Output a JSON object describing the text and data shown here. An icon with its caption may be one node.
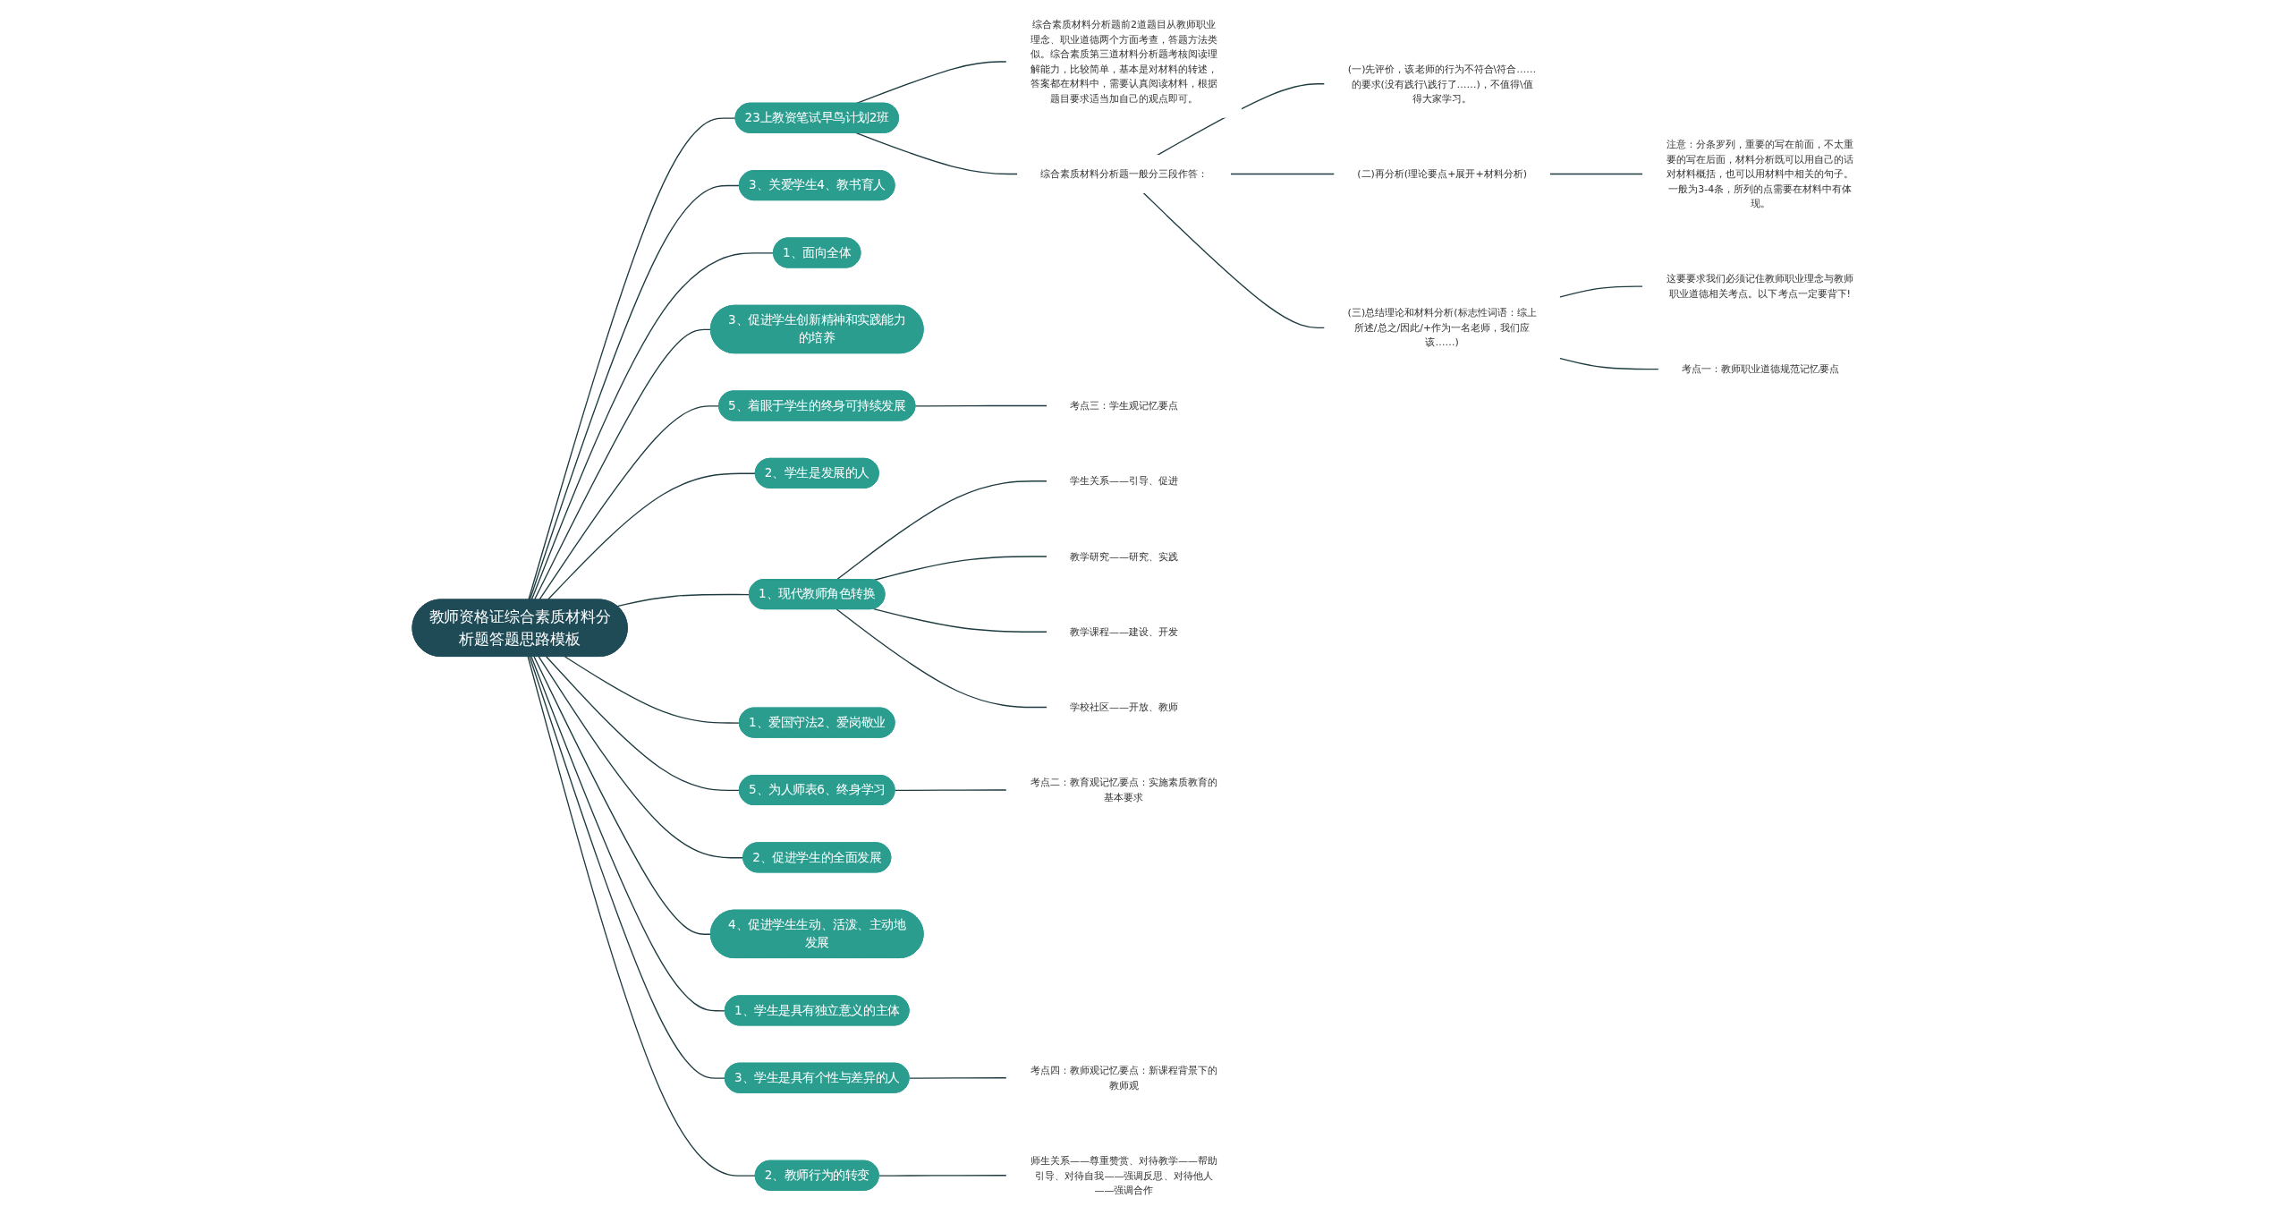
{
  "diagram": {
    "nodes": [
      {
        "text": [
          "教师资格证综合素质材料分析题答题思路模板"
        ]
      },
      {
        "text": [
          "23上教资笔试早鸟计划2班"
        ]
      },
      {
        "text": [
          "综合素质材料分析题前2道题目从教师职业理念、职业道德两个方面考查，答题方法类似。综合素质第三道材料分析题考核阅读理解能力，比较简单，基本是对材料的转述，答案都在材料中，需要认真阅读材料，根据题目要求适当加自己的观点即可。"
        ]
      },
      {
        "text": [
          "综合素质材料分析题一般分三段作答："
        ]
      },
      {
        "text": [
          "(一)先评价，该老师的行为不符合\\符合……的要求(没有践行\\践行了……)，不值得\\值得大家学习。"
        ]
      },
      {
        "text": [
          "(二)再分析(理论要点+展开+材料分析)"
        ]
      },
      {
        "text": [
          "注意：分条罗列，重要的写在前面，不太重要的写在后面，材料分析既可以用自己的话对材料概括，也可以用材料中相关的句子。一般为3-4条，所列的点需要在材料中有体现。"
        ]
      },
      {
        "text": [
          "(三)总结理论和材料分析(标志性词语：综上所述/总之/因此/+作为一名老师，我们应该……)"
        ]
      },
      {
        "text": [
          "这要要求我们必须记住教师职业理念与教师职业道德相关考点。以下考点一定要背下!"
        ]
      },
      {
        "text": [
          "考点一：教师职业道德规范记忆要点"
        ]
      },
      {
        "text": [
          "3、关爱学生4、教书育人"
        ]
      },
      {
        "text": [
          "1、面向全体"
        ]
      },
      {
        "text": [
          "3、促进学生创新精神和实践能力的培养"
        ]
      },
      {
        "text": [
          "5、着眼于学生的终身可持续发展"
        ]
      },
      {
        "text": [
          "考点三：学生观记忆要点"
        ]
      },
      {
        "text": [
          "2、学生是发展的人"
        ]
      },
      {
        "text": [
          "1、现代教师角色转换"
        ]
      },
      {
        "text": [
          "学生关系——引导、促进"
        ]
      },
      {
        "text": [
          "教学研究——研究、实践"
        ]
      },
      {
        "text": [
          "教学课程——建设、开发"
        ]
      },
      {
        "text": [
          "学校社区——开放、教师"
        ]
      },
      {
        "text": [
          "1、爱国守法2、爱岗敬业"
        ]
      },
      {
        "text": [
          "5、为人师表6、终身学习"
        ]
      },
      {
        "text": [
          "考点二：教育观记忆要点：实施素质教育的基本要求"
        ]
      },
      {
        "text": [
          "2、促进学生的全面发展"
        ]
      },
      {
        "text": [
          "4、促进学生生动、活泼、主动地发展"
        ]
      },
      {
        "text": [
          "1、学生是具有独立意义的主体"
        ]
      },
      {
        "text": [
          "3、学生是具有个性与差异的人"
        ]
      },
      {
        "text": [
          "考点四：教师观记忆要点：新课程背景下的教师观"
        ]
      },
      {
        "text": [
          "2、教师行为的转变"
        ]
      },
      {
        "text": [
          "师生关系——尊重赞赏、对待教学——帮助引导、对待自我——强调反思、对待他人——强调合作"
        ]
      }
    ],
    "edges": [
      {
        "from": 0,
        "to": 1,
        "arrow": "none"
      },
      {
        "from": 1,
        "to": 2,
        "arrow": "none"
      },
      {
        "from": 1,
        "to": 3,
        "arrow": "none"
      },
      {
        "from": 3,
        "to": 4,
        "arrow": "none"
      },
      {
        "from": 3,
        "to": 5,
        "arrow": "none"
      },
      {
        "from": 5,
        "to": 6,
        "arrow": "none"
      },
      {
        "from": 3,
        "to": 7,
        "arrow": "none"
      },
      {
        "from": 7,
        "to": 8,
        "arrow": "none"
      },
      {
        "from": 7,
        "to": 9,
        "arrow": "none"
      },
      {
        "from": 0,
        "to": 10,
        "arrow": "none"
      },
      {
        "from": 0,
        "to": 11,
        "arrow": "none"
      },
      {
        "from": 0,
        "to": 12,
        "arrow": "none"
      },
      {
        "from": 0,
        "to": 13,
        "arrow": "none"
      },
      {
        "from": 13,
        "to": 14,
        "arrow": "none"
      },
      {
        "from": 0,
        "to": 15,
        "arrow": "none"
      },
      {
        "from": 0,
        "to": 16,
        "arrow": "none"
      },
      {
        "from": 16,
        "to": 17,
        "arrow": "none"
      },
      {
        "from": 16,
        "to": 18,
        "arrow": "none"
      },
      {
        "from": 16,
        "to": 19,
        "arrow": "none"
      },
      {
        "from": 16,
        "to": 20,
        "arrow": "none"
      },
      {
        "from": 0,
        "to": 21,
        "arrow": "none"
      },
      {
        "from": 0,
        "to": 22,
        "arrow": "none"
      },
      {
        "from": 22,
        "to": 23,
        "arrow": "none"
      },
      {
        "from": 0,
        "to": 24,
        "arrow": "none"
      },
      {
        "from": 0,
        "to": 25,
        "arrow": "none"
      },
      {
        "from": 0,
        "to": 26,
        "arrow": "none"
      },
      {
        "from": 0,
        "to": 27,
        "arrow": "none"
      },
      {
        "from": 27,
        "to": 28,
        "arrow": "none"
      },
      {
        "from": 0,
        "to": 29,
        "arrow": "none"
      },
      {
        "from": 29,
        "to": 30,
        "arrow": "none"
      }
    ]
  }
}
